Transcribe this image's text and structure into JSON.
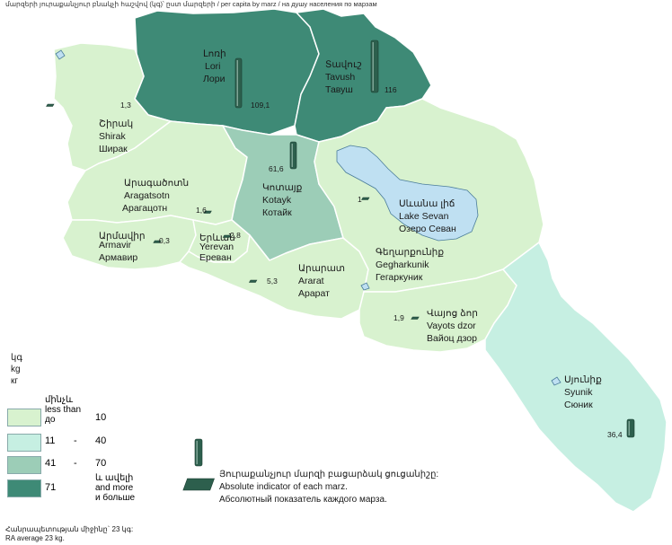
{
  "header_note": "մարզերի յուրաքանչյուր բնակչի հաշվով (կգ)՝ ըստ մարզերի / per capita by marz / на душу населения по марзам",
  "colors": {
    "class_1": "#d8f2cf",
    "class_2": "#c6efe2",
    "class_3": "#9ccdb7",
    "class_4": "#3e8a76",
    "lake": "#bfe0f2",
    "bar": "#2d5f4d"
  },
  "regions": {
    "lori": {
      "hy": "Լոռի",
      "en": "Lori",
      "ru": "Лори",
      "value": "109,1"
    },
    "tavush": {
      "hy": "Տավուշ",
      "en": "Tavush",
      "ru": "Тавуш",
      "value": "116"
    },
    "shirak": {
      "hy": "Շիրակ",
      "en": "Shirak",
      "ru": "Ширак",
      "value": "1,3"
    },
    "aragatsotn": {
      "hy": "Արագածոտն",
      "en": "Aragatsotn",
      "ru": "Арагацотн",
      "value": "1,6"
    },
    "kotayk": {
      "hy": "Կոտայք",
      "en": "Kotayk",
      "ru": "Котайк",
      "value": "61,6"
    },
    "armavir": {
      "hy": "Արմավիր",
      "en": "Armavir",
      "ru": "Армавир",
      "value": "0,3"
    },
    "yerevan": {
      "hy": "Երևան",
      "en": "Yerevan",
      "ru": "Ереван",
      "value": "2,8"
    },
    "ararat": {
      "hy": "Արարատ",
      "en": "Ararat",
      "ru": "Арарат",
      "value": "5,3"
    },
    "gegharkunik": {
      "hy": "Գեղարքունիք",
      "en": "Gegharkunik",
      "ru": "Гегаркуник",
      "value": "1"
    },
    "vayots_dzor": {
      "hy": "Վայոց ձոր",
      "en": "Vayots dzor",
      "ru": "Вайоц дзор",
      "value": "1,9"
    },
    "syunik": {
      "hy": "Սյունիք",
      "en": "Syunik",
      "ru": "Сюник",
      "value": "36,4"
    }
  },
  "lake_sevan": {
    "hy": "Սևանա լիճ",
    "en": "Lake Sevan",
    "ru": "Озеро Севан"
  },
  "legend": {
    "unit": [
      "կգ",
      "kg",
      "кг"
    ],
    "classes": [
      {
        "label_top": "մինչև",
        "label_mid": "less than",
        "label_bot": "до",
        "value": "10"
      },
      {
        "from": "11",
        "dash": "-",
        "to": "40"
      },
      {
        "from": "41",
        "dash": "-",
        "to": "70"
      },
      {
        "from": "71",
        "more_hy": "և ավելի",
        "more_en": "and more",
        "more_ru": "и больше"
      }
    ]
  },
  "absolute_indicator": {
    "hy": "Յուրաքանչյուր մարզի բացարձակ ցուցանիշը:",
    "en": "Absolute indicator of each marz.",
    "ru": "Абсолютный показатель каждого марза."
  },
  "average": {
    "hy": "Հանրապետության միջինը` 23 կգ:",
    "en": "RA average 23 kg."
  }
}
